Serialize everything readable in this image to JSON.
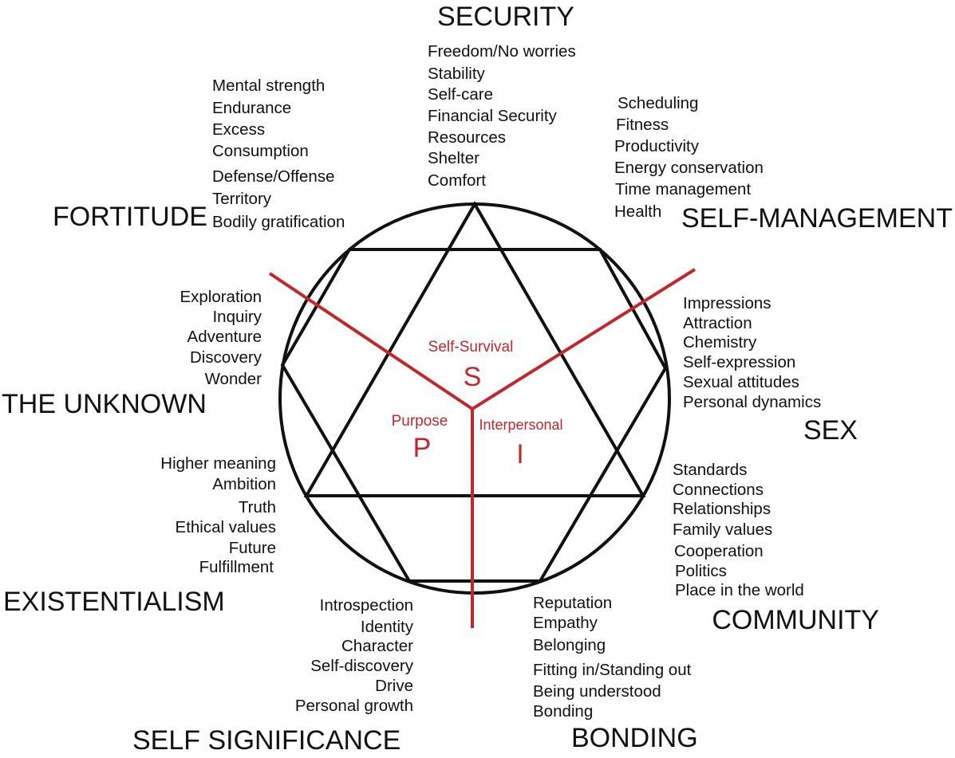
{
  "colors": {
    "ink": "#111111",
    "accent": "#c0282d"
  },
  "instincts": {
    "self_survival": {
      "label": "Self-Survival",
      "letter": "S"
    },
    "purpose": {
      "label": "Purpose",
      "letter": "P"
    },
    "interpersonal": {
      "label": "Interpersonal",
      "letter": "I"
    }
  },
  "categories": [
    {
      "name": "SECURITY",
      "items": [
        "Freedom/No worries",
        "Stability",
        "Self-care",
        "Financial Security",
        "Resources",
        "Shelter",
        "Comfort"
      ]
    },
    {
      "name": "SELF-MANAGEMENT",
      "items": [
        "Scheduling",
        "Fitness",
        "Productivity",
        "Energy conservation",
        "Time management",
        "Health"
      ]
    },
    {
      "name": "SEX",
      "items": [
        "Impressions",
        "Attraction",
        "Chemistry",
        "Self-expression",
        "Sexual attitudes",
        "Personal dynamics"
      ]
    },
    {
      "name": "COMMUNITY",
      "items": [
        "Standards",
        "Connections",
        "Relationships",
        "Family values",
        "Cooperation",
        "Politics",
        "Place in the world"
      ]
    },
    {
      "name": "BONDING",
      "items": [
        "Reputation",
        "Empathy",
        "Belonging",
        "Fitting in/Standing out",
        "Being understood",
        "Bonding"
      ]
    },
    {
      "name": "SELF SIGNIFICANCE",
      "items": [
        "Introspection",
        "Identity",
        "Character",
        "Self-discovery",
        "Drive",
        "Personal growth"
      ]
    },
    {
      "name": "EXISTENTIALISM",
      "items": [
        "Higher meaning",
        "Ambition",
        "Truth",
        "Ethical values",
        "Future",
        "Fulfillment"
      ]
    },
    {
      "name": "THE UNKNOWN",
      "items": [
        "Exploration",
        "Inquiry",
        "Adventure",
        "Discovery",
        "Wonder"
      ]
    },
    {
      "name": "FORTITUDE",
      "items": [
        "Mental strength",
        "Endurance",
        "Excess",
        "Consumption",
        "Defense/Offense",
        "Territory",
        "Bodily gratification"
      ]
    }
  ]
}
